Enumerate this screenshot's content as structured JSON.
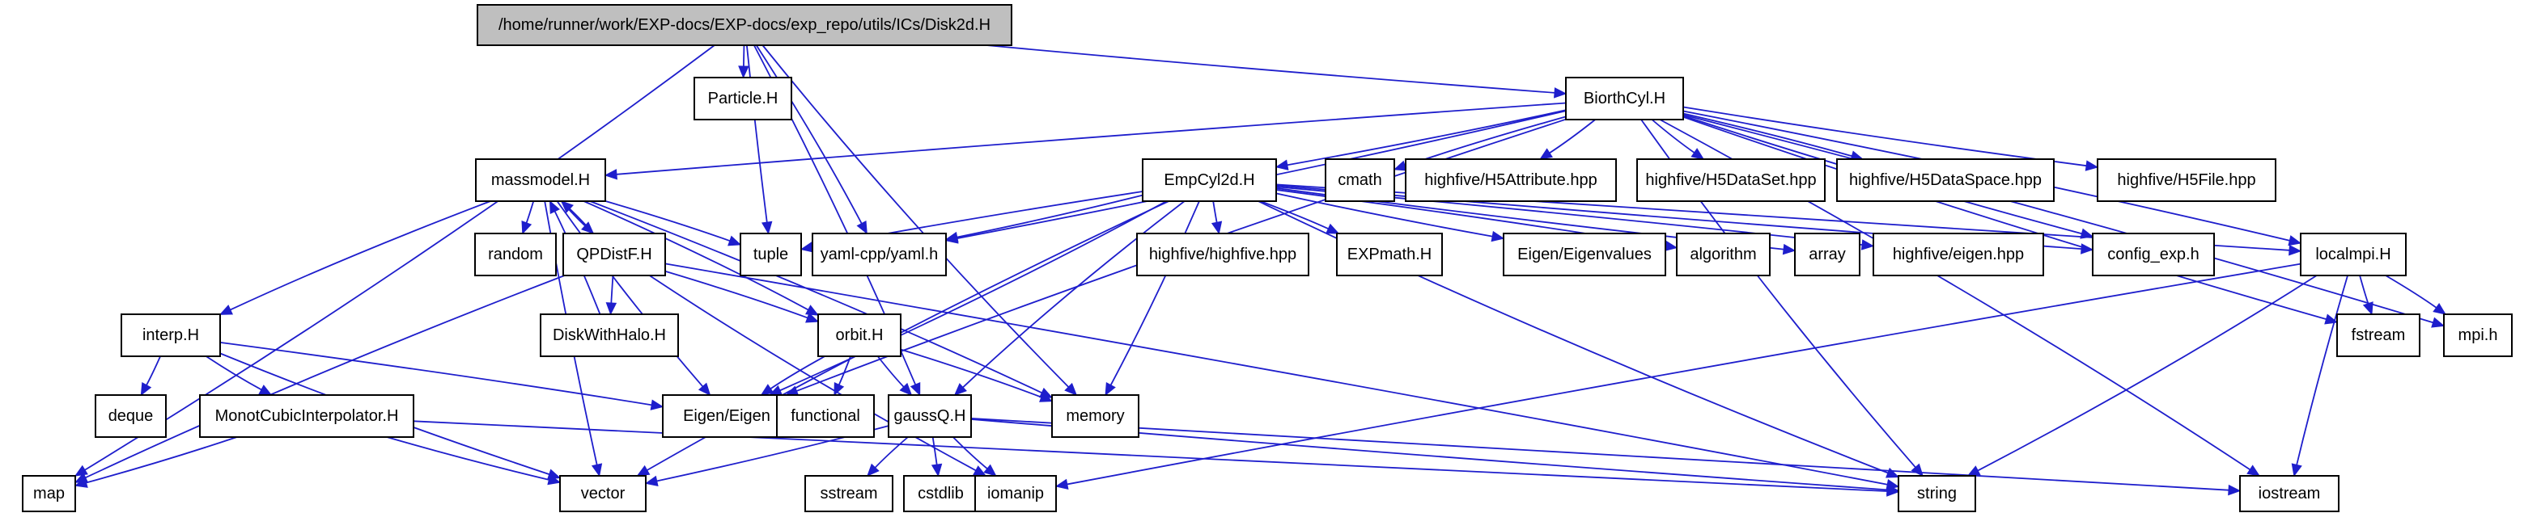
{
  "diagram": {
    "title": "",
    "edge_color": "#1e1ecc",
    "root_fill": "#bfbfbf",
    "nodes": [
      {
        "id": "disk2d",
        "label": "/home/runner/work/EXP-docs/EXP-docs/exp_repo/utils/ICs/Disk2d.H",
        "root": true
      },
      {
        "id": "particle",
        "label": "Particle.H"
      },
      {
        "id": "biorth",
        "label": "BiorthCyl.H"
      },
      {
        "id": "massmodel",
        "label": "massmodel.H"
      },
      {
        "id": "empcyl",
        "label": "EmpCyl2d.H"
      },
      {
        "id": "cmath",
        "label": "cmath"
      },
      {
        "id": "h5attr",
        "label": "highfive/H5Attribute.hpp"
      },
      {
        "id": "h5dataset",
        "label": "highfive/H5DataSet.hpp"
      },
      {
        "id": "h5dataspace",
        "label": "highfive/H5DataSpace.hpp"
      },
      {
        "id": "h5file",
        "label": "highfive/H5File.hpp"
      },
      {
        "id": "random",
        "label": "random"
      },
      {
        "id": "qpdist",
        "label": "QPDistF.H"
      },
      {
        "id": "tuple",
        "label": "tuple"
      },
      {
        "id": "yaml",
        "label": "yaml-cpp/yaml.h"
      },
      {
        "id": "hfhf",
        "label": "highfive/highfive.hpp"
      },
      {
        "id": "expmath",
        "label": "EXPmath.H"
      },
      {
        "id": "eigenvals",
        "label": "Eigen/Eigenvalues"
      },
      {
        "id": "algorithm",
        "label": "algorithm"
      },
      {
        "id": "array",
        "label": "array"
      },
      {
        "id": "hfeigen",
        "label": "highfive/eigen.hpp"
      },
      {
        "id": "config",
        "label": "config_exp.h"
      },
      {
        "id": "localmpi",
        "label": "localmpi.H"
      },
      {
        "id": "interp",
        "label": "interp.H"
      },
      {
        "id": "diskhalo",
        "label": "DiskWithHalo.H"
      },
      {
        "id": "orbit",
        "label": "orbit.H"
      },
      {
        "id": "fstream",
        "label": "fstream"
      },
      {
        "id": "mpi",
        "label": "mpi.h"
      },
      {
        "id": "deque",
        "label": "deque"
      },
      {
        "id": "eigen",
        "label": "Eigen/Eigen"
      },
      {
        "id": "functional",
        "label": "functional"
      },
      {
        "id": "monot",
        "label": "MonotCubicInterpolator.H"
      },
      {
        "id": "gaussq",
        "label": "gaussQ.H"
      },
      {
        "id": "memory",
        "label": "memory"
      },
      {
        "id": "map",
        "label": "map"
      },
      {
        "id": "vector",
        "label": "vector"
      },
      {
        "id": "sstream",
        "label": "sstream"
      },
      {
        "id": "cstdlib",
        "label": "cstdlib"
      },
      {
        "id": "iomanip",
        "label": "iomanip"
      },
      {
        "id": "string",
        "label": "string"
      },
      {
        "id": "iostream",
        "label": "iostream"
      }
    ],
    "edges": [
      [
        "disk2d",
        "particle"
      ],
      [
        "disk2d",
        "biorth"
      ],
      [
        "disk2d",
        "map"
      ],
      [
        "disk2d",
        "tuple"
      ],
      [
        "disk2d",
        "yaml"
      ],
      [
        "disk2d",
        "memory"
      ],
      [
        "disk2d",
        "gaussq"
      ],
      [
        "biorth",
        "massmodel"
      ],
      [
        "biorth",
        "empcyl"
      ],
      [
        "biorth",
        "cmath"
      ],
      [
        "biorth",
        "h5attr"
      ],
      [
        "biorth",
        "h5dataset"
      ],
      [
        "biorth",
        "h5dataspace"
      ],
      [
        "biorth",
        "h5file"
      ],
      [
        "biorth",
        "yaml"
      ],
      [
        "biorth",
        "config"
      ],
      [
        "biorth",
        "localmpi"
      ],
      [
        "biorth",
        "string"
      ],
      [
        "biorth",
        "iostream"
      ],
      [
        "biorth",
        "fstream"
      ],
      [
        "biorth",
        "mpi"
      ],
      [
        "biorth",
        "eigen"
      ],
      [
        "massmodel",
        "random"
      ],
      [
        "massmodel",
        "qpdist"
      ],
      [
        "massmodel",
        "tuple"
      ],
      [
        "massmodel",
        "interp"
      ],
      [
        "massmodel",
        "orbit"
      ],
      [
        "massmodel",
        "eigen"
      ],
      [
        "massmodel",
        "memory"
      ],
      [
        "massmodel",
        "vector"
      ],
      [
        "qpdist",
        "massmodel"
      ],
      [
        "qpdist",
        "diskhalo"
      ],
      [
        "qpdist",
        "orbit"
      ],
      [
        "qpdist",
        "map"
      ],
      [
        "qpdist",
        "string"
      ],
      [
        "qpdist",
        "iomanip"
      ],
      [
        "diskhalo",
        "massmodel"
      ],
      [
        "empcyl",
        "tuple"
      ],
      [
        "empcyl",
        "yaml"
      ],
      [
        "empcyl",
        "hfhf"
      ],
      [
        "empcyl",
        "expmath"
      ],
      [
        "empcyl",
        "eigenvals"
      ],
      [
        "empcyl",
        "algorithm"
      ],
      [
        "empcyl",
        "array"
      ],
      [
        "empcyl",
        "hfeigen"
      ],
      [
        "empcyl",
        "config"
      ],
      [
        "empcyl",
        "localmpi"
      ],
      [
        "empcyl",
        "gaussq"
      ],
      [
        "empcyl",
        "memory"
      ],
      [
        "empcyl",
        "vector"
      ],
      [
        "empcyl",
        "eigen"
      ],
      [
        "empcyl",
        "string"
      ],
      [
        "interp",
        "deque"
      ],
      [
        "interp",
        "monot"
      ],
      [
        "interp",
        "eigen"
      ],
      [
        "interp",
        "vector"
      ],
      [
        "orbit",
        "functional"
      ],
      [
        "orbit",
        "gaussq"
      ],
      [
        "orbit",
        "memory"
      ],
      [
        "orbit",
        "eigen"
      ],
      [
        "monot",
        "map"
      ],
      [
        "monot",
        "vector"
      ],
      [
        "monot",
        "string"
      ],
      [
        "gaussq",
        "sstream"
      ],
      [
        "gaussq",
        "cstdlib"
      ],
      [
        "gaussq",
        "iomanip"
      ],
      [
        "gaussq",
        "vector"
      ],
      [
        "gaussq",
        "string"
      ],
      [
        "gaussq",
        "iostream"
      ],
      [
        "localmpi",
        "fstream"
      ],
      [
        "localmpi",
        "mpi"
      ],
      [
        "localmpi",
        "iostream"
      ],
      [
        "localmpi",
        "string"
      ],
      [
        "localmpi",
        "iomanip"
      ]
    ]
  }
}
